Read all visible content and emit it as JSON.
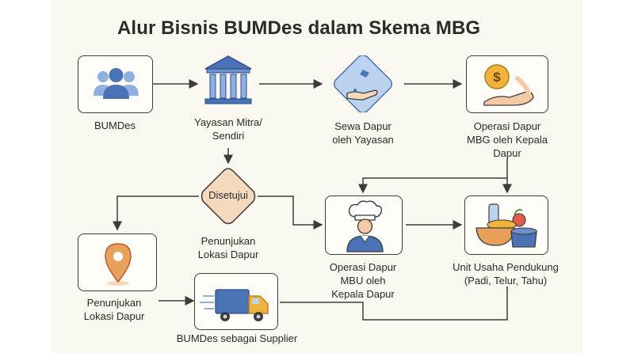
{
  "title": "Alur Bisnis BUMDes dalam Skema MBG",
  "nodes": {
    "bumdes": {
      "label": "BUMDes",
      "icon": "people-group-icon"
    },
    "yayasan": {
      "label": "Yayasan Mitra/\nSendiri",
      "icon": "institution-building-icon"
    },
    "sewa_dapur": {
      "label": "Sewa Dapur\noleh Yayasan",
      "icon": "hand-receiving-icon"
    },
    "operasi_mbg": {
      "label": "Operasi Dapur\nMBG oleh Kepala\nDapur",
      "icon": "hand-coin-icon"
    },
    "disetujui": {
      "label": "Disetujui",
      "icon": "decision-diamond"
    },
    "penunjukan_tengah": {
      "label": "Penunjukan\nLokasi Dapur"
    },
    "operasi_mbu": {
      "label": "Operasi Dapur\nMBU oleh\nKepala Dapur",
      "icon": "chef-icon"
    },
    "unit_usaha": {
      "label": "Unit Usaha Pendukung\n(Padi, Telur, Tahu)",
      "icon": "food-basket-icon"
    },
    "penunjukan_lokasi": {
      "label": "Penunjukan\nLokasi Dapur",
      "icon": "location-pin-icon"
    },
    "supplier": {
      "label": "BUMDes sebagai Supplier",
      "icon": "delivery-truck-icon"
    }
  },
  "colors": {
    "outline": "#3c3c3c",
    "blue": "#4a73b5",
    "light_blue": "#bcd3ef",
    "peach": "#f5d9bd",
    "orange": "#e8a15a",
    "red": "#e35b4a",
    "gold": "#f0b43c"
  }
}
